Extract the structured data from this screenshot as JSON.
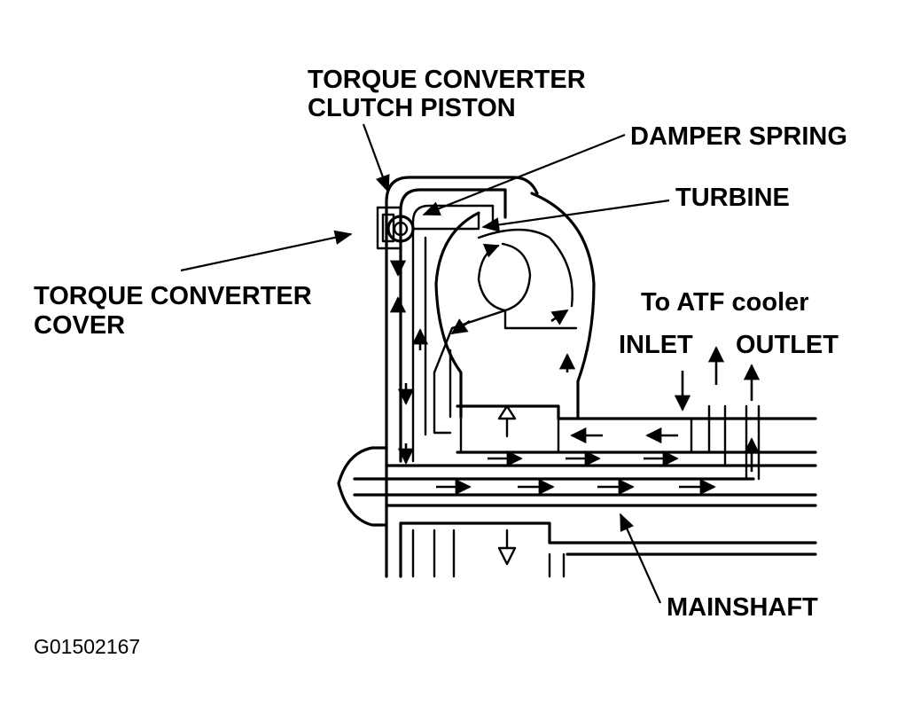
{
  "labels": {
    "clutch_piston_line1": "TORQUE CONVERTER",
    "clutch_piston_line2": "CLUTCH PISTON",
    "damper_spring": "DAMPER SPRING",
    "turbine": "TURBINE",
    "cover_line1": "TORQUE CONVERTER",
    "cover_line2": "COVER",
    "atf_cooler": "To ATF cooler",
    "inlet": "INLET",
    "outlet": "OUTLET",
    "mainshaft": "MAINSHAFT"
  },
  "figure_id": "G01502167",
  "colors": {
    "ink": "#000000",
    "paper": "#ffffff"
  }
}
